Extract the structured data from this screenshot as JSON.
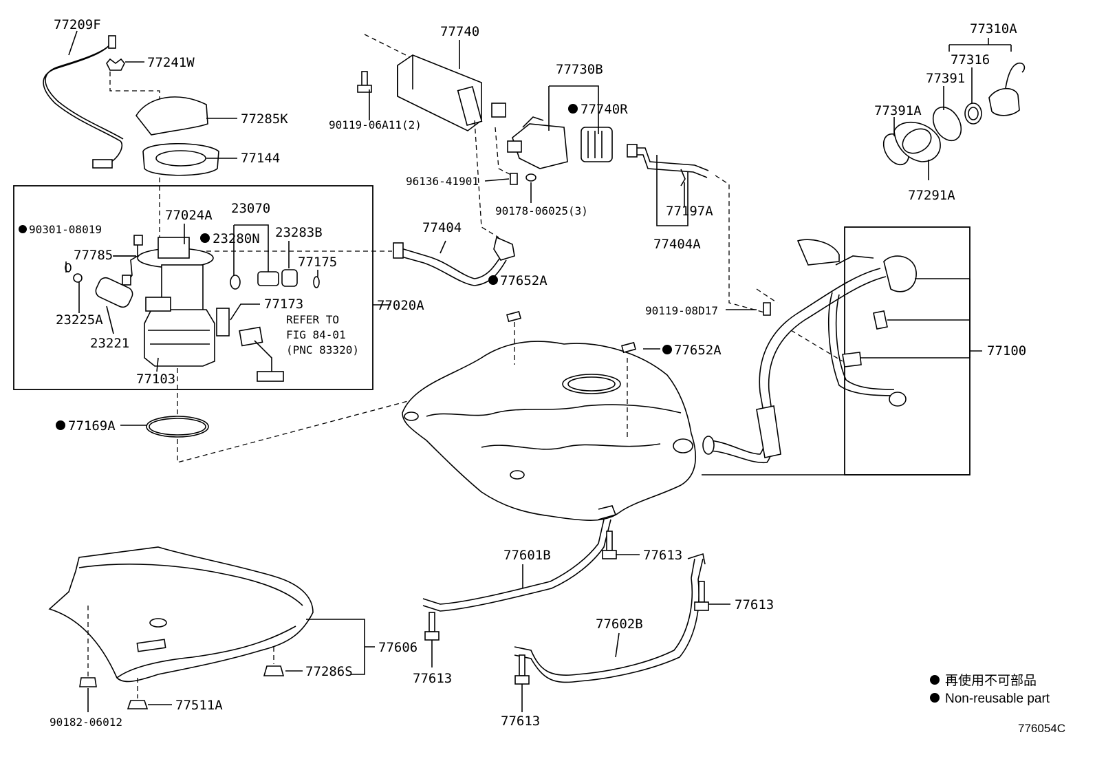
{
  "diagram_code": "776054C",
  "legend": {
    "japanese": "再使用不可部品",
    "english": "Non-reusable part"
  },
  "labels": {
    "p77209F": "77209F",
    "p77241W": "77241W",
    "p77285K": "77285K",
    "p77144": "77144",
    "p90301_08019": "90301-08019",
    "p77024A": "77024A",
    "p23070": "23070",
    "p23280N": "23280N",
    "p23283B": "23283B",
    "p77785": "77785",
    "p77175": "77175",
    "p77173": "77173",
    "p23225A": "23225A",
    "p23221": "23221",
    "refer1": "REFER TO",
    "refer2": "FIG 84-01",
    "refer3": "(PNC 83320)",
    "p77103": "77103",
    "p77020A": "77020A",
    "p77169A": "77169A",
    "p77740": "77740",
    "p90119_06A11": "90119-06A11(2)",
    "p77730B": "77730B",
    "p77740R": "77740R",
    "p96136_41901": "96136-41901",
    "p90178_06025": "90178-06025(3)",
    "p77197A": "77197A",
    "p77404A": "77404A",
    "p77404": "77404",
    "p77652A_1": "77652A",
    "p77652A_2": "77652A",
    "p90119_08D17": "90119-08D17",
    "p77310A": "77310A",
    "p77316": "77316",
    "p77391": "77391",
    "p77391A": "77391A",
    "p77291A": "77291A",
    "p77100": "77100",
    "p77601B": "77601B",
    "p77613_1": "77613",
    "p77613_2": "77613",
    "p77613_3": "77613",
    "p77613_4": "77613",
    "p77602B": "77602B",
    "p77606": "77606",
    "p77286S": "77286S",
    "p77511A": "77511A",
    "p90182_06012": "90182-06012"
  }
}
